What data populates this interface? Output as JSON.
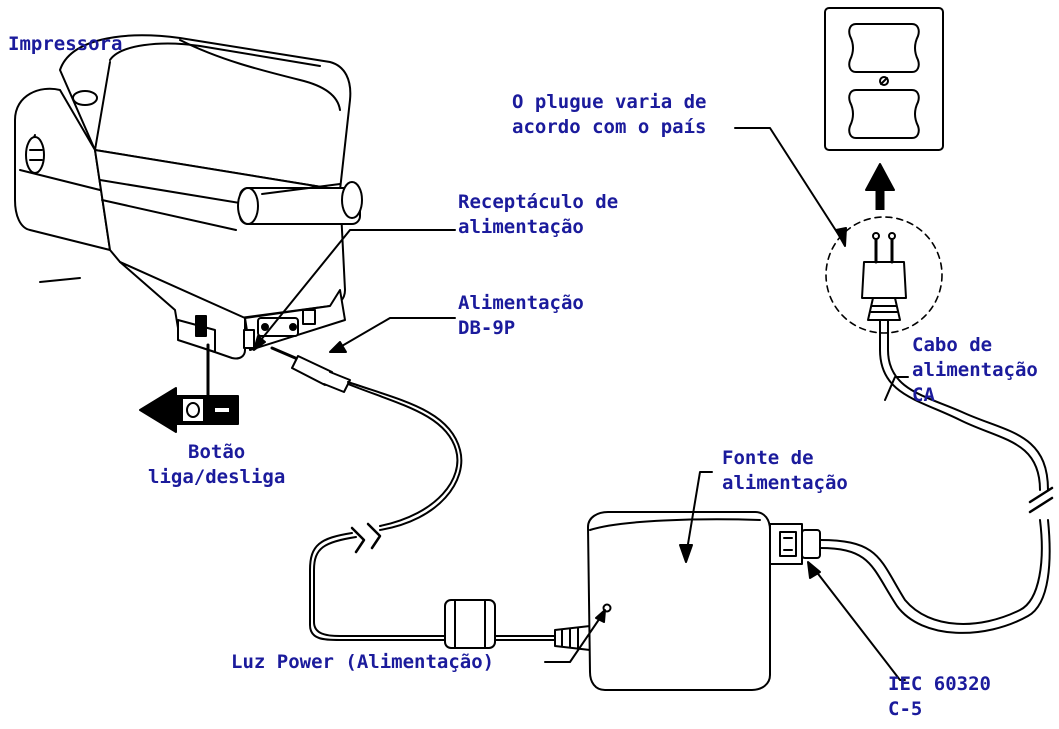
{
  "labels": {
    "printer": "Impressora",
    "plug_varies": [
      "O plugue varia de",
      "acordo com o país"
    ],
    "power_receptacle": [
      "Receptáculo de",
      "alimentação"
    ],
    "power_db9p": [
      "Alimentação",
      "DB-9P"
    ],
    "power_switch": [
      "Botão",
      "liga/desliga"
    ],
    "ac_cord": [
      "Cabo de",
      "alimentação",
      "CA"
    ],
    "power_supply": [
      "Fonte de",
      "alimentação"
    ],
    "power_light": "Luz Power (Alimentação)",
    "iec": [
      "IEC 60320",
      "C-5"
    ]
  },
  "switch_symbols": {
    "off": "O",
    "on": "|"
  },
  "colors": {
    "label_text": "#1b1b9c",
    "line": "#000000",
    "fill": "#ffffff"
  }
}
